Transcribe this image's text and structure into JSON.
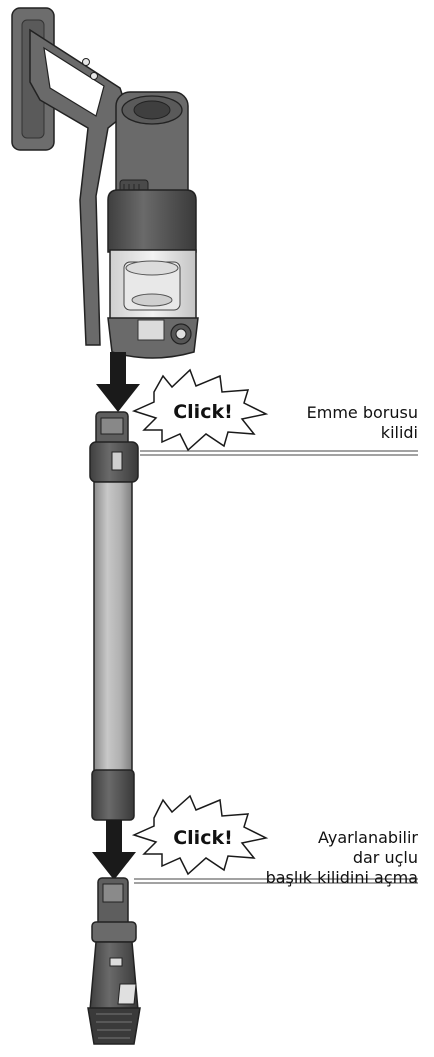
{
  "callouts": [
    {
      "burst": "Click!",
      "label_lines": [
        "Emme borusu",
        "kilidi"
      ]
    },
    {
      "burst": "Click!",
      "label_lines": [
        "Ayarlanabilir",
        "dar uçlu",
        "başlık kilidini açma"
      ]
    }
  ],
  "colors": {
    "body_dark": "#555555",
    "body_mid": "#7a7a7a",
    "tube_light": "#b5b5b5",
    "canister": "#e0e0e0",
    "arrow": "#1a1a1a",
    "outline": "#222222"
  },
  "icons": [
    "arrow-down-icon",
    "click-burst-icon"
  ]
}
